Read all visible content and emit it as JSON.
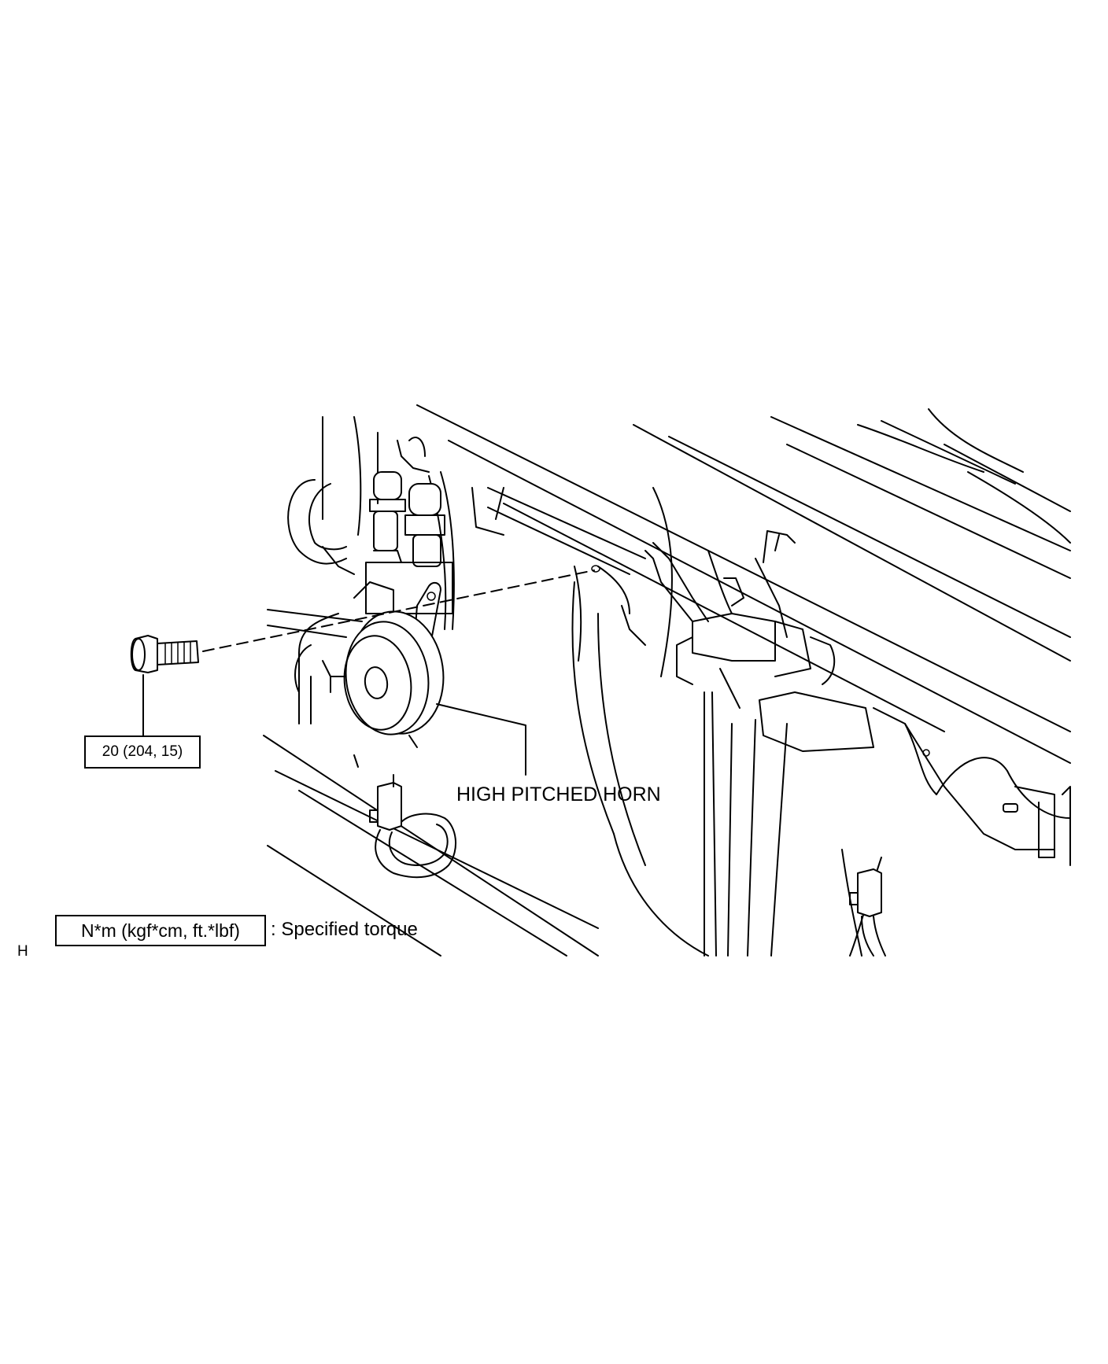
{
  "callouts": {
    "bolt_torque": "20 (204, 15)",
    "part_name": "HIGH PITCHED HORN"
  },
  "legend": {
    "unit_box": "N*m (kgf*cm, ft.*lbf)",
    "description": ": Specified torque"
  },
  "corner_code": "H"
}
